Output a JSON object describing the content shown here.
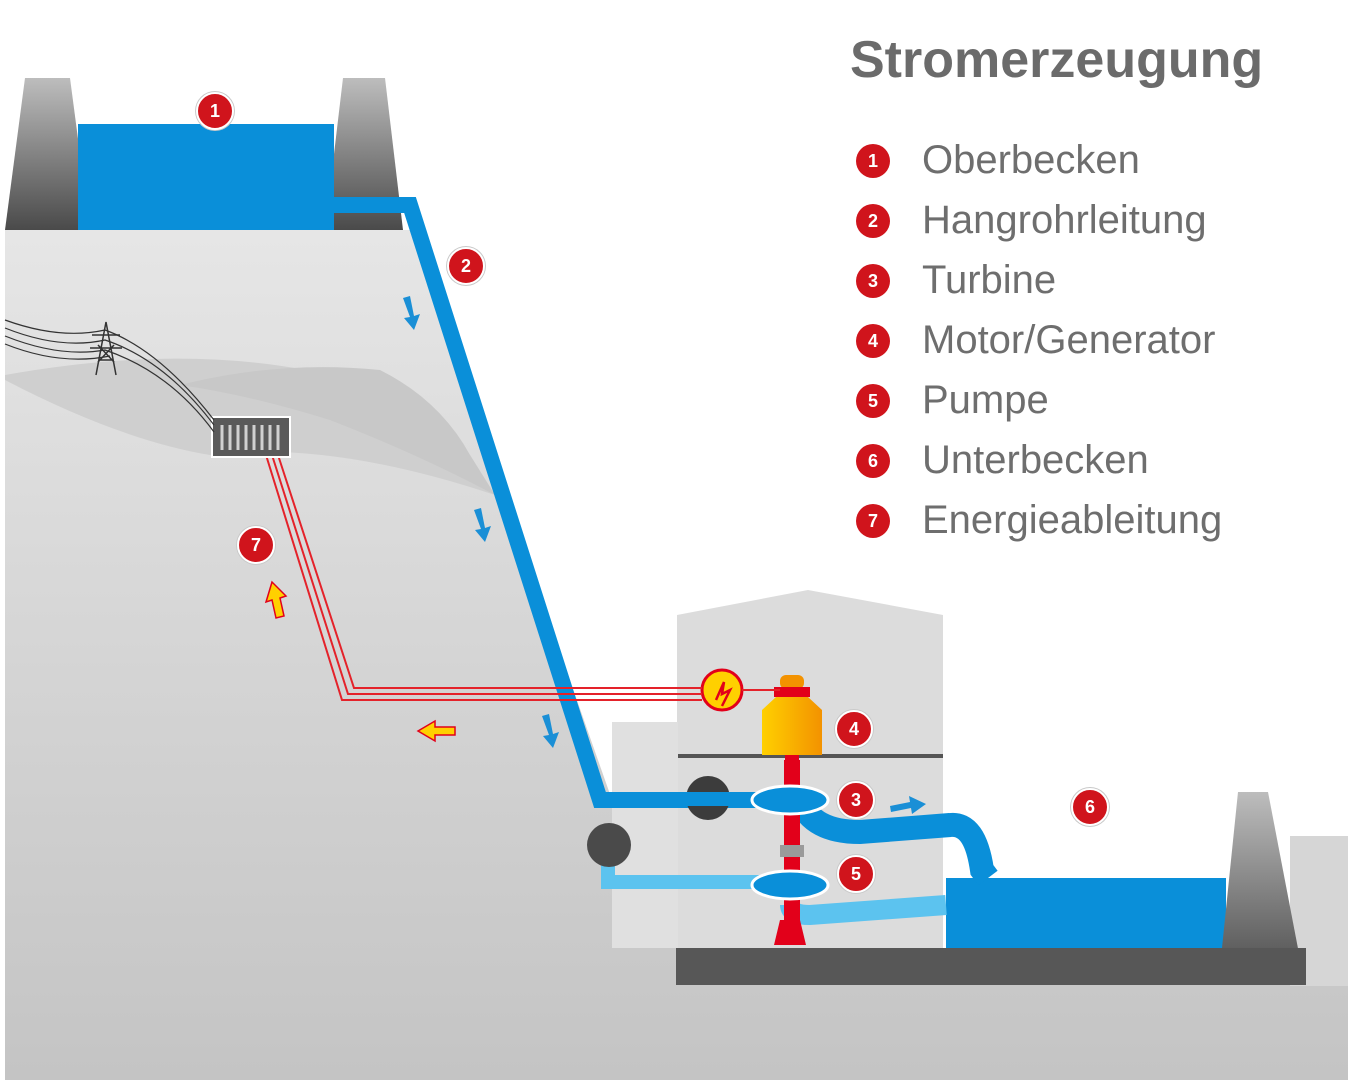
{
  "title": "Stromerzeugung",
  "legend": [
    {
      "num": "1",
      "label": "Oberbecken"
    },
    {
      "num": "2",
      "label": "Hangrohrleitung"
    },
    {
      "num": "3",
      "label": "Turbine"
    },
    {
      "num": "4",
      "label": "Motor/Generator"
    },
    {
      "num": "5",
      "label": "Pumpe"
    },
    {
      "num": "6",
      "label": "Unterbecken"
    },
    {
      "num": "7",
      "label": "Energieableitung"
    }
  ],
  "markers": {
    "upper_reservoir": "1",
    "penstock": "2",
    "turbine": "3",
    "motor_generator": "4",
    "pump": "5",
    "lower_reservoir": "6",
    "energy_line": "7"
  },
  "colors": {
    "water": "#0a8fd9",
    "water_light": "#5cc3ef",
    "badge_red": "#d0141c",
    "power_line": "#e4222a",
    "arrow_yellow": "#f6c200",
    "ground": "#d9d9d9",
    "concrete_dark": "#585858"
  }
}
